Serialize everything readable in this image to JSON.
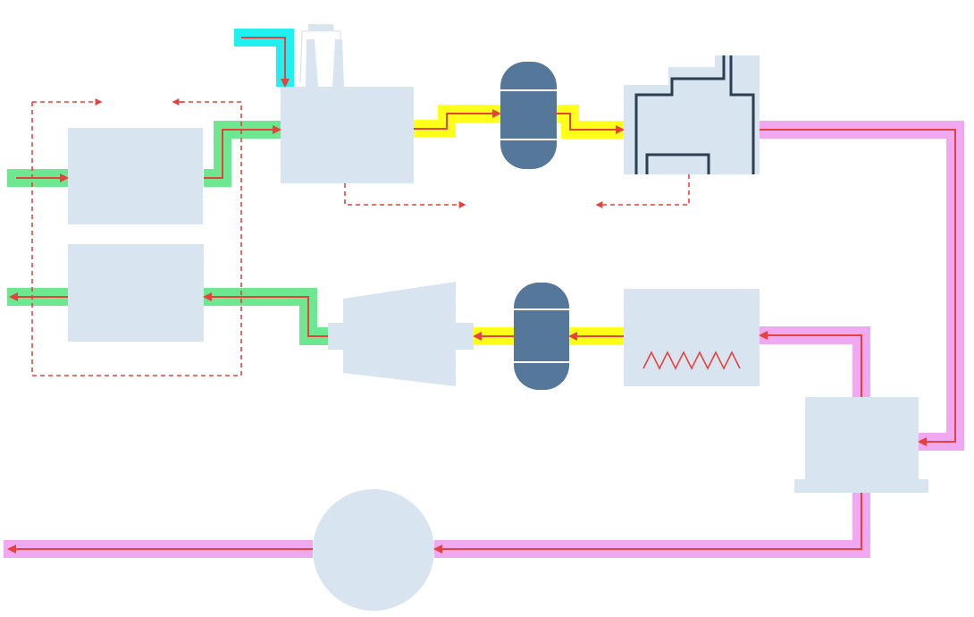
{
  "diagram": {
    "title": "",
    "colors": {
      "background": "#ffffff",
      "component_fill": "#d8e4f0",
      "vessel_fill": "#557799",
      "vessel_band": "#ffffff",
      "structure_line": "#2c3e50",
      "flow_arrow": "#e8413c",
      "stream_water": "#20f0f0",
      "stream_green": "#6de890",
      "stream_yellow": "#ffff1a",
      "stream_pink": "#f0a8f0",
      "heater_coil": "#e8413c",
      "signal_dashed": "#e8413c"
    },
    "components": [
      {
        "id": "unit-upper-left",
        "kind": "box"
      },
      {
        "id": "unit-lower-left",
        "kind": "box"
      },
      {
        "id": "reactor-with-stacks",
        "kind": "box-with-chimneys"
      },
      {
        "id": "vessel-upper",
        "kind": "vessel"
      },
      {
        "id": "vessel-lower",
        "kind": "vessel"
      },
      {
        "id": "stepped-structure",
        "kind": "structure"
      },
      {
        "id": "heater",
        "kind": "box-with-coil"
      },
      {
        "id": "compressor",
        "kind": "trapezoid"
      },
      {
        "id": "separator",
        "kind": "box-on-base"
      },
      {
        "id": "tank",
        "kind": "circle"
      }
    ],
    "streams": [
      {
        "id": "water-inlet",
        "color": "stream_water"
      },
      {
        "id": "feed-inlet",
        "color": "stream_green"
      },
      {
        "id": "feed-to-reactor",
        "color": "stream_green"
      },
      {
        "id": "return-to-lower-unit",
        "color": "stream_green"
      },
      {
        "id": "outlet-left",
        "color": "stream_green"
      },
      {
        "id": "reactor-to-vessel",
        "color": "stream_yellow"
      },
      {
        "id": "vessel-to-structure",
        "color": "stream_yellow"
      },
      {
        "id": "heater-to-vessel",
        "color": "stream_yellow"
      },
      {
        "id": "vessel-to-compressor",
        "color": "stream_yellow"
      },
      {
        "id": "structure-to-separator",
        "color": "stream_pink"
      },
      {
        "id": "separator-to-heater",
        "color": "stream_pink"
      },
      {
        "id": "separator-to-tank",
        "color": "stream_pink"
      },
      {
        "id": "tank-outlet",
        "color": "stream_pink"
      }
    ],
    "signals": [
      {
        "id": "control-loop-left"
      },
      {
        "id": "signal-reactor"
      },
      {
        "id": "signal-structure"
      }
    ]
  }
}
